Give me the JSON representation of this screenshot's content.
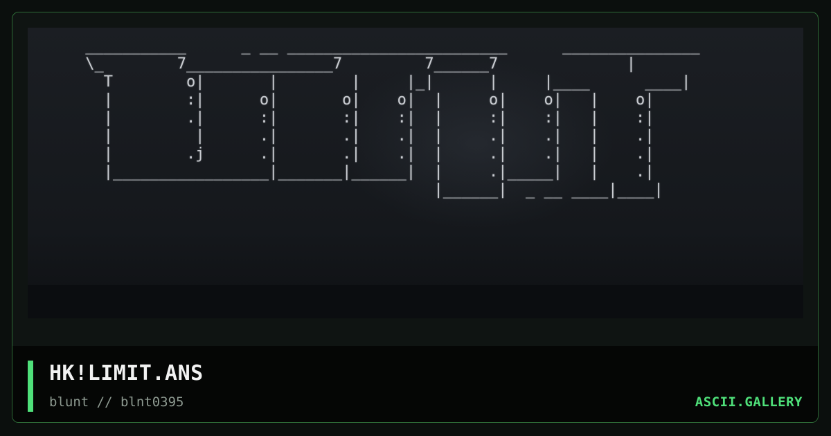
{
  "card": {
    "title": "HK!LIMIT.ANS",
    "subtitle": "blunt // blnt0395",
    "brand": "ASCII.GALLERY",
    "accent_color": "#4fe07a"
  },
  "artwork": {
    "text": " ___________      _ __ ________________________      _______________\n \\_        7________________7         7______7              |\n   T        o|       |        |     |_|      |     |____      ____|\n   |        :|      o|       o|    o|  |     o|    o|   |    o|\n   |        .|      :|       :|    :|  |     :|    :|   |    :|\n   |         |      .|       .|    .|  |     .|    .|   |    .|\n   |        .j      .|       .|    .|  |     .|    .|   |    .|\n   |_________________|_______|______|  |     .|_____|   |    .|\n                                       |______|  _ __ ____|____|"
  }
}
